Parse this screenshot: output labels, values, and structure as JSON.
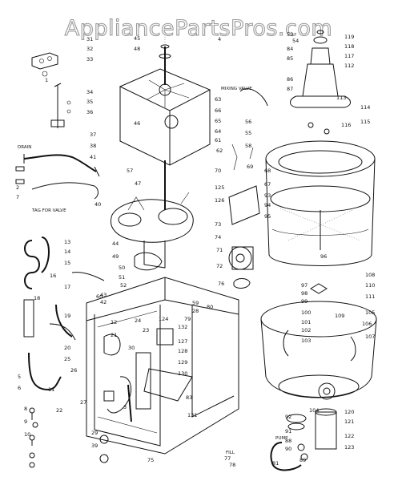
{
  "watermark": "AppliancePartsPros.com",
  "notes": {
    "drain": "DRAIN",
    "mixing_valve": "MIXING VALVE",
    "tag_for_valve": "TAG FOR VALVE",
    "pump": "PUMP",
    "fill": "FILL"
  },
  "callouts": [
    "1",
    "2",
    "3",
    "4",
    "5",
    "6",
    "7",
    "8",
    "9",
    "10",
    "11",
    "12",
    "13",
    "14",
    "15",
    "16",
    "17",
    "18",
    "19",
    "20",
    "21",
    "22",
    "23",
    "24",
    "25",
    "26",
    "27",
    "28",
    "29",
    "30",
    "31",
    "32",
    "33",
    "34",
    "35",
    "36",
    "37",
    "38",
    "39",
    "40",
    "41",
    "42",
    "43",
    "44",
    "45",
    "46",
    "47",
    "48",
    "49",
    "50",
    "51",
    "52",
    "53",
    "54",
    "55",
    "56",
    "57",
    "58",
    "59",
    "60",
    "61",
    "62",
    "63",
    "64",
    "65",
    "66",
    "67",
    "68",
    "69",
    "70",
    "71",
    "72",
    "73",
    "74",
    "75",
    "76",
    "77",
    "78",
    "79",
    "80",
    "81",
    "83",
    "84",
    "85",
    "86",
    "87",
    "88",
    "89",
    "90",
    "91",
    "92",
    "93",
    "94",
    "95",
    "96",
    "97",
    "98",
    "99",
    "100",
    "101",
    "102",
    "103",
    "104",
    "105",
    "106",
    "107",
    "108",
    "109",
    "110",
    "111",
    "112",
    "113",
    "114",
    "115",
    "116",
    "117",
    "118",
    "119",
    "120",
    "121",
    "122",
    "123",
    "124",
    "125",
    "126",
    "127",
    "128",
    "129",
    "130",
    "131",
    "132"
  ]
}
